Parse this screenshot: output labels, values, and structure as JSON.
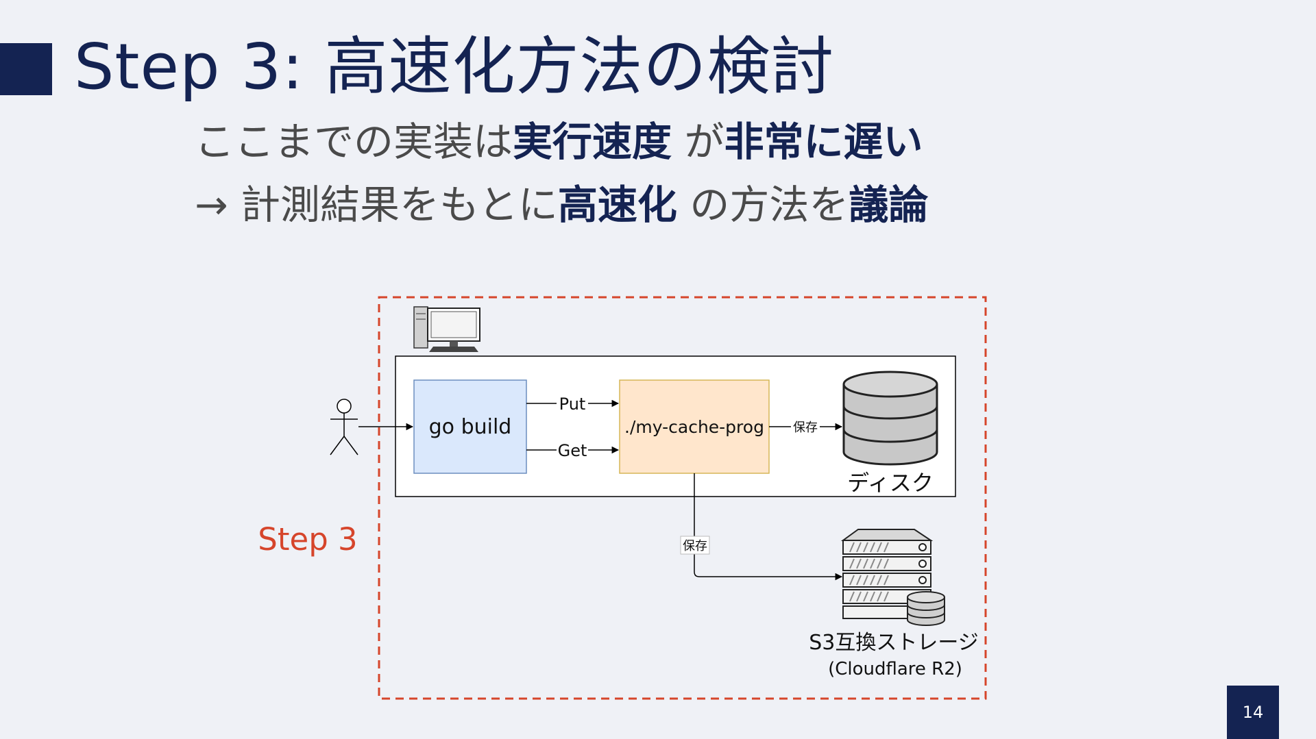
{
  "slide": {
    "title": "Step 3: 高速化方法の検討",
    "line1": [
      {
        "text": "ここまでの実装は",
        "bold": false
      },
      {
        "text": "実行速度",
        "bold": true
      },
      {
        "text": " が",
        "bold": false
      },
      {
        "text": "非常に遅い",
        "bold": true
      }
    ],
    "line2": [
      {
        "text": "→ 計測結果をもとに",
        "bold": false
      },
      {
        "text": "高速化",
        "bold": true
      },
      {
        "text": " の方法を",
        "bold": false
      },
      {
        "text": "議論",
        "bold": true
      }
    ],
    "page_number": "14"
  },
  "diagram": {
    "step_label": "Step 3",
    "go_build": "go build",
    "cache_prog": "./my-cache-prog",
    "put": "Put",
    "get": "Get",
    "save_disk": "保存",
    "save_s3": "保存",
    "disk": "ディスク",
    "s3_label": "S3互換ストレージ",
    "s3_sub": "(Cloudflare R2)",
    "colors": {
      "navy": "#142352",
      "step_red": "#d6452b",
      "go_build_fill": "#dae8fc",
      "go_build_stroke": "#6c8ebf",
      "cache_fill": "#ffe6cc",
      "cache_stroke": "#d6b656"
    },
    "icons": [
      "computer-icon",
      "person-icon",
      "database-icon",
      "server-icon"
    ]
  }
}
